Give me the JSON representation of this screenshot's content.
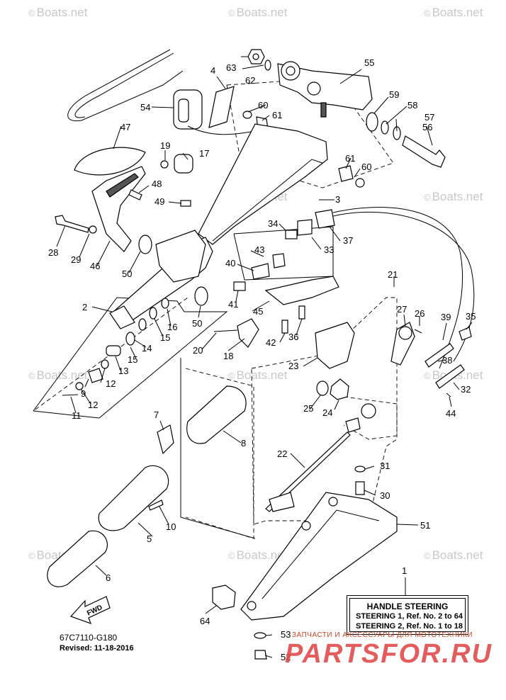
{
  "watermarks": [
    "Boats.net",
    "Boats.net",
    "Boats.net",
    "Boats.net",
    "Boats.net",
    "Boats.net",
    "Boats.net",
    "Boats.net",
    "Boats.net",
    "Boats.net",
    "Boats.net",
    "Boats.net"
  ],
  "copyright_symbol": "©",
  "callouts": [
    "1",
    "2",
    "3",
    "4",
    "5",
    "6",
    "7",
    "8",
    "9",
    "10",
    "11",
    "12",
    "12",
    "13",
    "14",
    "15",
    "15",
    "16",
    "17",
    "18",
    "19",
    "20",
    "21",
    "22",
    "23",
    "24",
    "25",
    "26",
    "27",
    "28",
    "29",
    "30",
    "31",
    "32",
    "33",
    "34",
    "35",
    "36",
    "37",
    "38",
    "39",
    "40",
    "41",
    "42",
    "43",
    "44",
    "45",
    "46",
    "47",
    "48",
    "49",
    "50",
    "50",
    "51",
    "52",
    "53",
    "54",
    "55",
    "56",
    "57",
    "58",
    "59",
    "60",
    "60",
    "61",
    "61",
    "62",
    "63",
    "64"
  ],
  "note": {
    "title": "HANDLE  STEERING",
    "line1": "STEERING 1,  Ref. No. 2 to 64",
    "line2": "STEERING 2,  Ref. No. 1 to 18"
  },
  "fwd_label": "FWD",
  "diagram_code": "67C7110-G180",
  "revised": "Revised: 11-18-2016",
  "shop": {
    "tagline": "ЗАПЧАСТИ И АКСЕССУАРЫ ДЛЯ МОТОТЕХНИКИ",
    "logo": "PARTSFOR.RU"
  }
}
